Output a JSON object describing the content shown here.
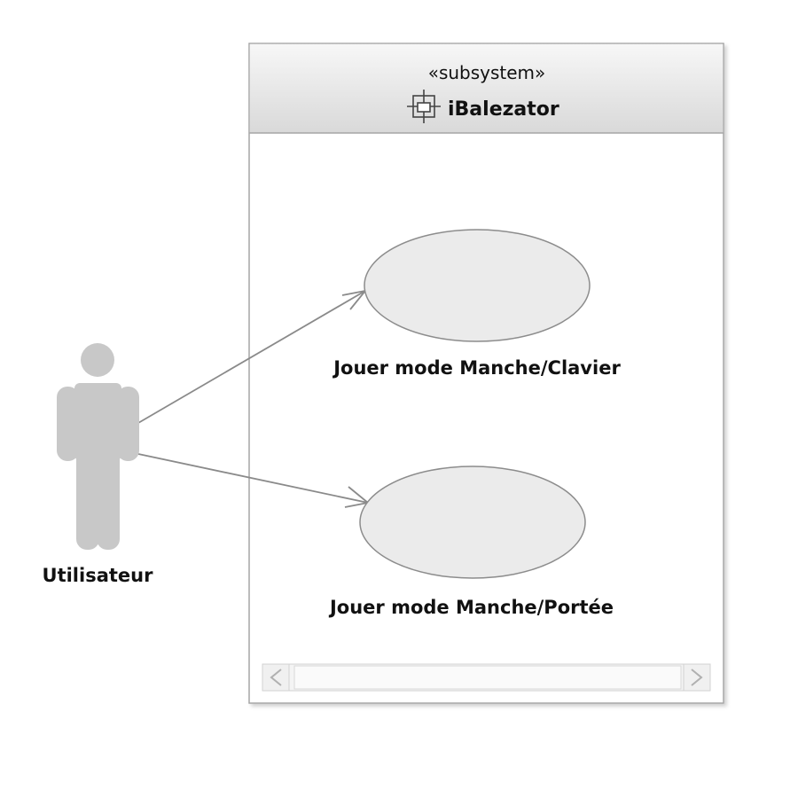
{
  "subsystem": {
    "stereotype": "«subsystem»",
    "name": "iBalezator",
    "icon": "component-icon"
  },
  "actor": {
    "name": "Utilisateur",
    "icon": "actor-stick-figure-icon"
  },
  "use_cases": [
    {
      "label": "Jouer mode Manche/Clavier"
    },
    {
      "label": "Jouer mode Manche/Portée"
    }
  ],
  "scrollbar": {
    "left_arrow_icon": "chevron-left-icon",
    "right_arrow_icon": "chevron-right-icon"
  },
  "colors": {
    "frame_border": "#a6a6a6",
    "header_top": "#f7f7f7",
    "header_bottom": "#d9d9d9",
    "usecase_fill": "#ebebeb",
    "usecase_border": "#8c8c8c",
    "actor_fill": "#c8c8c8",
    "association_line": "#8a8a8a"
  }
}
